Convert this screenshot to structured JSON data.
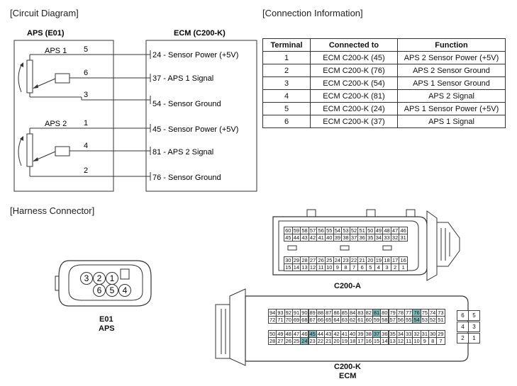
{
  "sections": {
    "circuit_title": "[Circuit Diagram]",
    "connection_title": "[Connection Information]",
    "harness_title": "[Harness Connector]"
  },
  "circuit": {
    "aps_title": "APS (E01)",
    "ecm_title": "ECM (C200-K)",
    "aps1_label": "APS 1",
    "aps2_label": "APS 2",
    "aps_pins": [
      "5",
      "6",
      "3",
      "1",
      "4",
      "2"
    ],
    "ecm_pins": [
      "24 - Sensor Power (+5V)",
      "37 - APS 1 Signal",
      "54 - Sensor Ground",
      "45 - Sensor Power (+5V)",
      "81 - APS 2 Signal",
      "76 - Sensor Ground"
    ]
  },
  "connection_table": {
    "headers": [
      "Terminal",
      "Connected to",
      "Function"
    ],
    "rows": [
      [
        "1",
        "ECM C200-K (45)",
        "APS 2 Sensor Power  (+5V)"
      ],
      [
        "2",
        "ECM C200-K (76)",
        "APS 2 Sensor Ground"
      ],
      [
        "3",
        "ECM C200-K (54)",
        "APS 1 Sensor Ground"
      ],
      [
        "4",
        "ECM C200-K (81)",
        "APS 2 Signal"
      ],
      [
        "5",
        "ECM C200-K (24)",
        "APS 1 Sensor Power  (+5V)"
      ],
      [
        "6",
        "ECM C200-K (37)",
        "APS 1 Signal"
      ]
    ]
  },
  "harness": {
    "e01_pins_top": [
      "3",
      "2",
      "1"
    ],
    "e01_pins_bottom": [
      "6",
      "5",
      "4"
    ],
    "e01_label": "E01",
    "e01_sub": "APS",
    "c200a_label": "C200-A",
    "c200a_rows": [
      [
        "60",
        "59",
        "58",
        "57",
        "56",
        "55",
        "54",
        "53",
        "52",
        "51",
        "50",
        "49",
        "48",
        "47",
        "46"
      ],
      [
        "45",
        "44",
        "43",
        "42",
        "41",
        "40",
        "39",
        "38",
        "37",
        "36",
        "35",
        "34",
        "33",
        "32",
        "31"
      ],
      [
        "30",
        "29",
        "28",
        "27",
        "26",
        "25",
        "24",
        "23",
        "22",
        "21",
        "20",
        "19",
        "18",
        "17",
        "16"
      ],
      [
        "15",
        "14",
        "13",
        "12",
        "11",
        "10",
        "9",
        "8",
        "7",
        "6",
        "5",
        "4",
        "3",
        "2",
        "1"
      ]
    ],
    "c200k_label": "C200-K",
    "c200k_sub": "ECM",
    "c200k_rows": [
      [
        "94",
        "93",
        "92",
        "91",
        "90",
        "89",
        "88",
        "87",
        "86",
        "85",
        "84",
        "83",
        "82",
        "81",
        "80",
        "79",
        "78",
        "77",
        "76",
        "75",
        "74",
        "73"
      ],
      [
        "72",
        "71",
        "70",
        "69",
        "68",
        "67",
        "66",
        "65",
        "64",
        "63",
        "62",
        "61",
        "60",
        "59",
        "58",
        "57",
        "56",
        "55",
        "54",
        "53",
        "52",
        "51"
      ],
      [
        "50",
        "49",
        "48",
        "47",
        "46",
        "45",
        "44",
        "43",
        "42",
        "41",
        "40",
        "39",
        "38",
        "37",
        "36",
        "35",
        "34",
        "33",
        "32",
        "31",
        "30",
        "29"
      ],
      [
        "28",
        "27",
        "26",
        "25",
        "24",
        "23",
        "22",
        "21",
        "20",
        "19",
        "18",
        "17",
        "16",
        "15",
        "14",
        "13",
        "12",
        "11",
        "10",
        "9",
        "8",
        "7"
      ]
    ],
    "c200k_side": [
      [
        "6",
        "5"
      ],
      [
        "4",
        "3"
      ],
      [
        "2",
        "1"
      ]
    ],
    "c200k_highlight": [
      "81",
      "76",
      "54",
      "45",
      "37",
      "24"
    ],
    "highlight_color": "#7fb8b8"
  }
}
